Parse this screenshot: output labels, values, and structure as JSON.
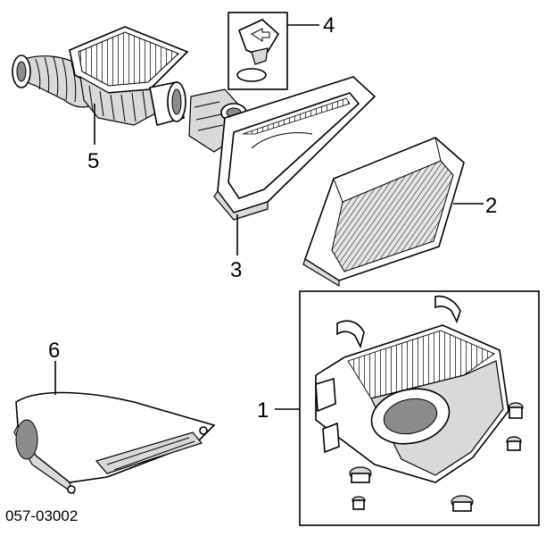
{
  "callouts": {
    "c1": "1",
    "c2": "2",
    "c3": "3",
    "c4": "4",
    "c5": "5",
    "c6": "6"
  },
  "reference_code": "057-03002"
}
